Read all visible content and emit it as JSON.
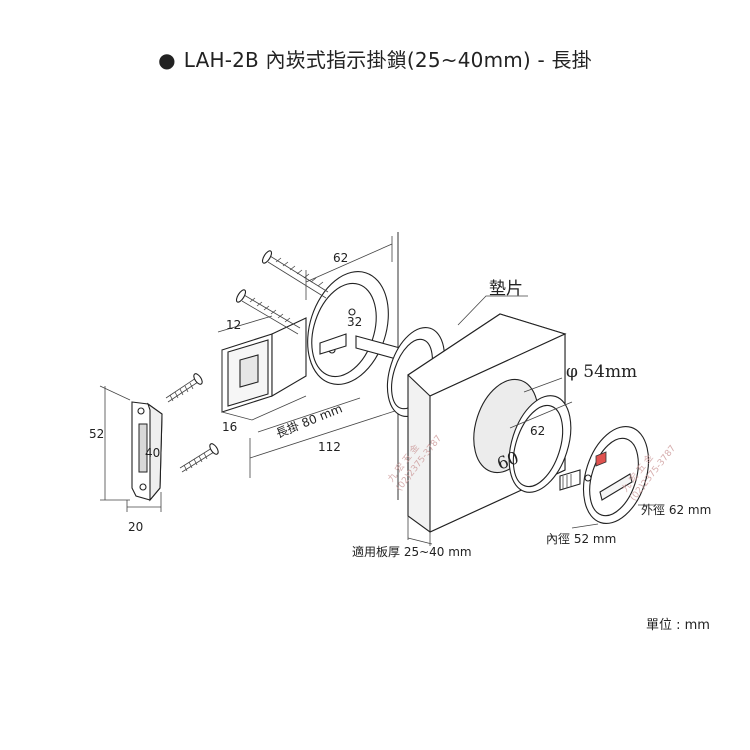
{
  "title": "LAH-2B 內崁式指示掛鎖(25~40mm) - 長掛",
  "title_bullet": "●",
  "unit_note": "單位 : mm",
  "labels": {
    "dim_62_top": "62",
    "dim_12": "12",
    "dim_32": "32",
    "dim_16": "16",
    "long_hook": "長掛 80 mm",
    "dim_112": "112",
    "dim_52": "52",
    "dim_40": "40",
    "dim_20": "20",
    "washer": "墊片",
    "phi54": "φ 54mm",
    "dim_62_ring": "62",
    "dim_60": "60",
    "outer_dia": "外徑 62 mm",
    "inner_dia": "內徑 52 mm",
    "door_thickness": "適用板厚 25~40 mm"
  },
  "watermark": {
    "line1": "九 宏 五 金",
    "line2": "(02)2375-3787"
  },
  "colors": {
    "indicator_red": "#e0524f",
    "watermark": "#cc9999"
  }
}
